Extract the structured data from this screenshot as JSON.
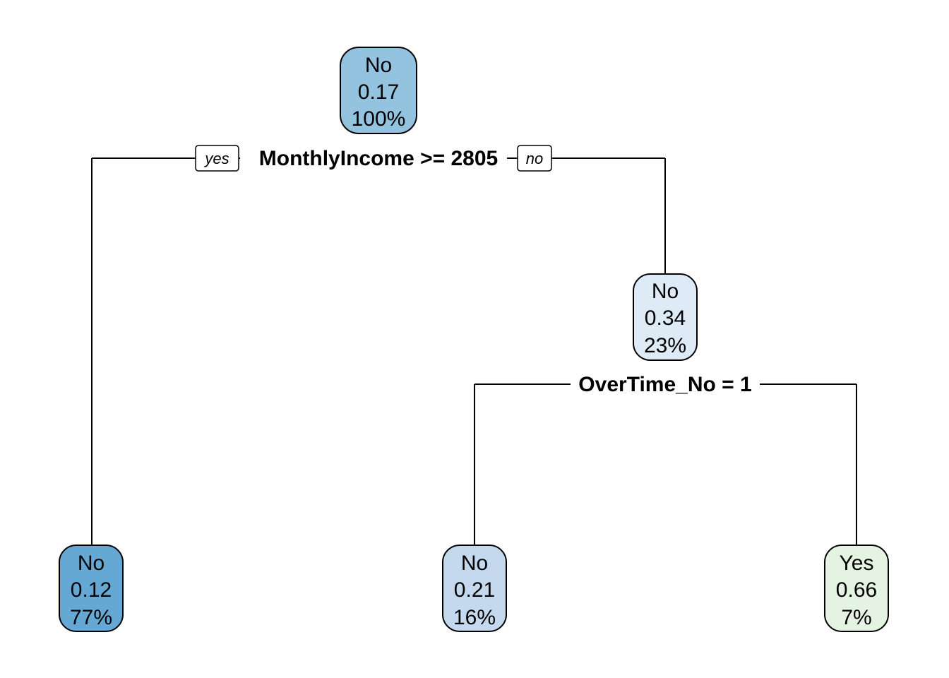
{
  "nodes": [
    {
      "id": "root",
      "class_label": "No",
      "prob": "0.17",
      "pct": "100%",
      "color": "#93c3df"
    },
    {
      "id": "left-leaf",
      "class_label": "No",
      "prob": "0.12",
      "pct": "77%",
      "color": "#66a8d4"
    },
    {
      "id": "right-internal",
      "class_label": "No",
      "prob": "0.34",
      "pct": "23%",
      "color": "#deeaf6"
    },
    {
      "id": "leaf-overtime-no",
      "class_label": "No",
      "prob": "0.21",
      "pct": "16%",
      "color": "#c5d9ee"
    },
    {
      "id": "leaf-overtime-yes",
      "class_label": "Yes",
      "prob": "0.66",
      "pct": "7%",
      "color": "#e5f4e2"
    }
  ],
  "splits": [
    {
      "id": "split-1",
      "text": "MonthlyIncome >= 2805",
      "yes_label": "yes",
      "no_label": "no"
    },
    {
      "id": "split-2",
      "text": "OverTime_No = 1"
    }
  ]
}
